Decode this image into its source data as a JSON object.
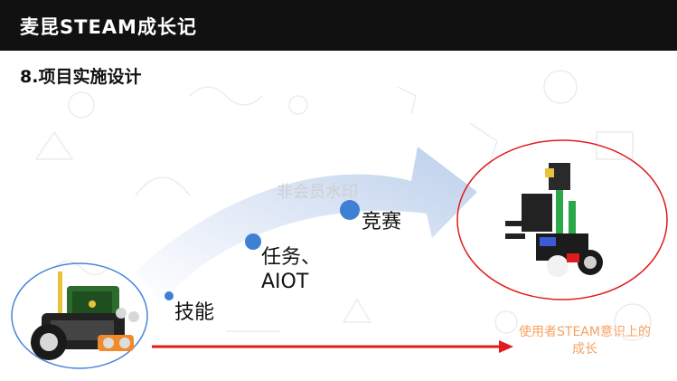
{
  "header": {
    "title": "麦昆STEAM成长记"
  },
  "section": {
    "title": "8.项目实施设计"
  },
  "watermark": {
    "text": "非会员水印"
  },
  "stages": [
    {
      "label": "技能"
    },
    {
      "label": "任务、\nAIOT"
    },
    {
      "label": "竞赛"
    }
  ],
  "annotation": {
    "text": "使用者STEAM意识上的成长"
  },
  "colors": {
    "header_bg": "#111111",
    "arrow_fill": "#cfdcf0",
    "dot": "#3f7fd4",
    "red": "#e01b1b",
    "annotation": "#f7a15f"
  }
}
